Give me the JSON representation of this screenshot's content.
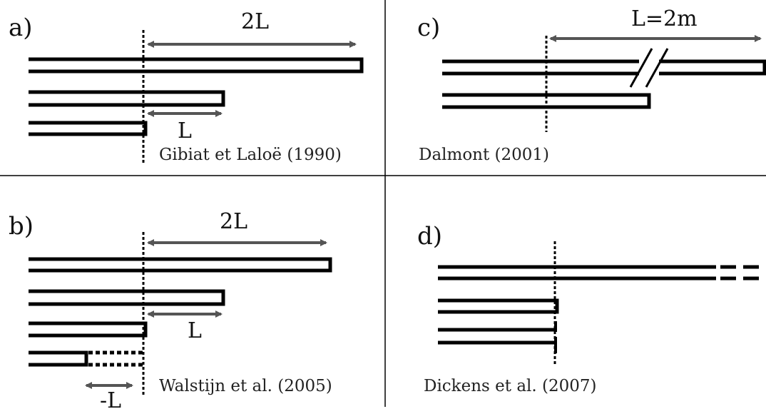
{
  "panels": {
    "a": {
      "label": "a)",
      "measure_top": "2L",
      "measure_mid": "L",
      "citation": "Gibiat et Laloë (1990)"
    },
    "b": {
      "label": "b)",
      "measure_top": "2L",
      "measure_mid": "L",
      "measure_neg": "-L",
      "citation": "Walstijn et al. (2005)"
    },
    "c": {
      "label": "c)",
      "measure_top": "L=2m",
      "citation": "Dalmont (2001)"
    },
    "d": {
      "label": "d)",
      "citation": "Dickens et al. (2007)"
    }
  },
  "colors": {
    "tube": "#000000",
    "arrow": "#555555",
    "divider": "#000000"
  }
}
